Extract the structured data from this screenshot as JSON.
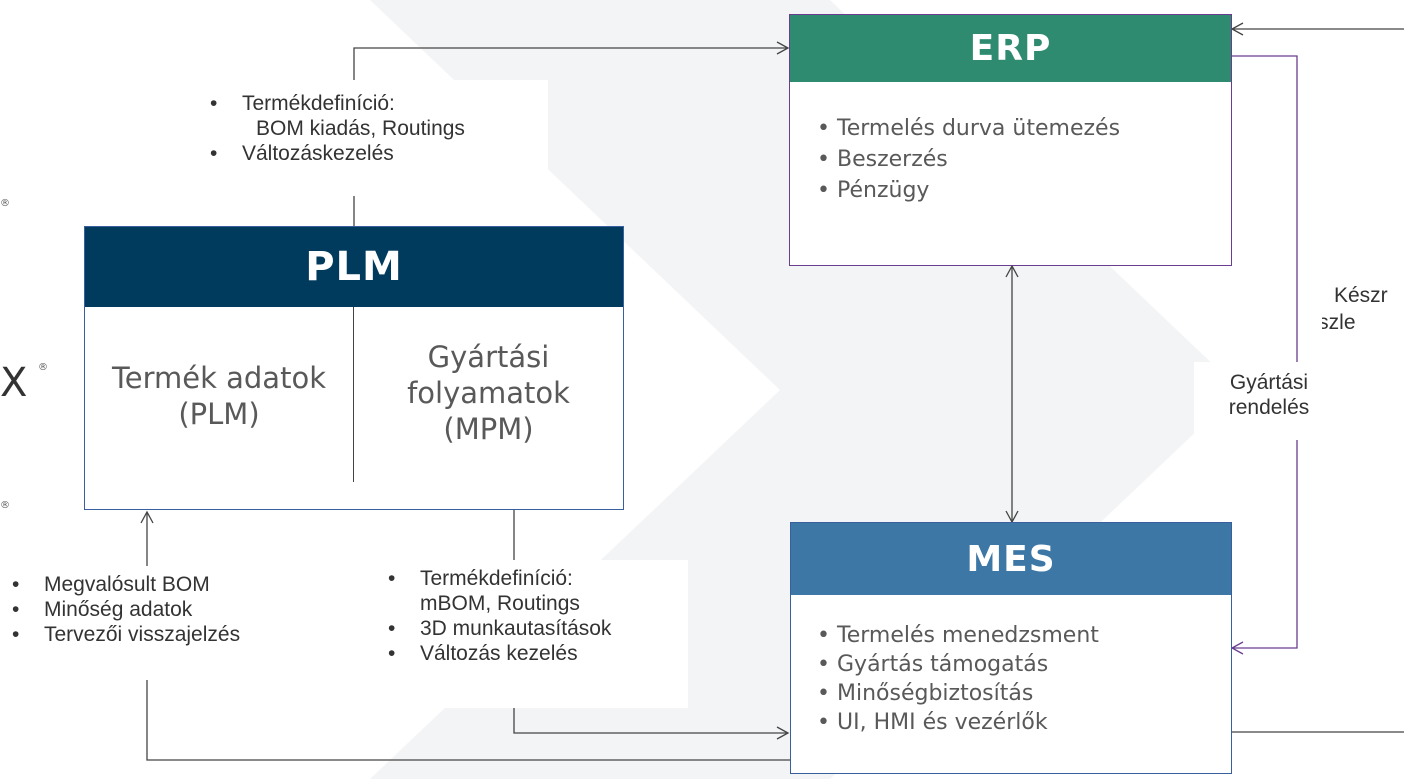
{
  "erp": {
    "title": "ERP",
    "items": [
      "Termelés durva ütemezés",
      "Beszerzés",
      "Pénzügy"
    ]
  },
  "plm": {
    "title": "PLM",
    "left_line1": "Termék adatok",
    "left_line2": "(PLM)",
    "right_line1": "Gyártási",
    "right_line2": "folyamatok",
    "right_line3": "(MPM)"
  },
  "mes": {
    "title": "MES",
    "items": [
      "Termelés menedzsment",
      "Gyártás támogatás",
      "Minőségbiztosítás",
      "UI, HMI és vezérlők"
    ]
  },
  "notes": {
    "plm_to_erp": [
      "Termékdefiníció:",
      "BOM kiadás, Routings",
      "Változáskezelés"
    ],
    "mes_to_plm": [
      "Megvalósult BOM",
      "Minőség adatok",
      "Tervezői visszajelzés"
    ],
    "plm_to_mes": [
      "Termékdefiníció:",
      "mBOM, Routings",
      "3D munkautasítások",
      "Változás kezelés"
    ],
    "erp_to_mes_line1": "Gyártási",
    "erp_to_mes_line2": "rendelés",
    "right_cut_line1": "Készr",
    "right_cut_line2": "készle"
  },
  "left_fragments": {
    "reg1": "®",
    "big_char": "X",
    "reg2": "®",
    "reg3": "®"
  },
  "colors": {
    "erp_header": "#2e8b6f",
    "plm_header": "#003a5d",
    "mes_header": "#3d77a6",
    "purple": "#6a3d8f",
    "connector": "#444444",
    "blue_border": "#3a5f9e"
  }
}
